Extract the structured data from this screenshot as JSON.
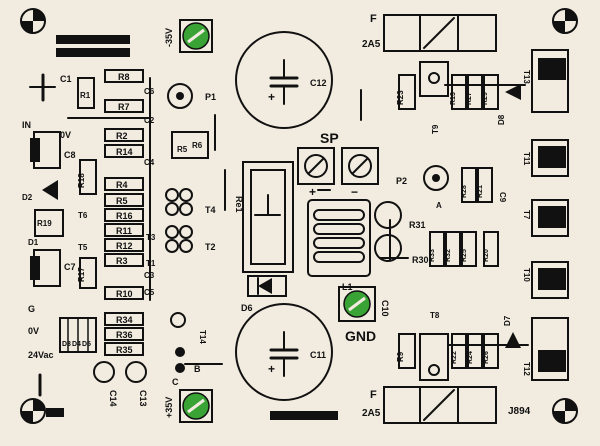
{
  "board": {
    "code": "J894",
    "colors": {
      "paper": "#f2ece0",
      "ink": "#111111",
      "pad_green": "#3aa335"
    }
  },
  "rails": {
    "neg": "-35V",
    "pos": "+35V",
    "gnd": "GND",
    "sp": "SP",
    "sp_plus": "+",
    "sp_minus": "−"
  },
  "inputs": {
    "in": "IN",
    "zero_top": "0V",
    "g": "G",
    "zero_bot": "0V",
    "vac": "24Vac"
  },
  "fuses": {
    "top": "F",
    "top_rating": "2A5",
    "bot": "F",
    "bot_rating": "2A5"
  },
  "caps": {
    "c1": "C1",
    "c2": "C2",
    "c3": "C3",
    "c4": "C4",
    "c5": "C5",
    "c6": "C6",
    "c7": "C7",
    "c8": "C8",
    "c9": "C9",
    "c10": "C10",
    "c11": "C11",
    "c12": "C12",
    "c13": "C13",
    "c14": "C14"
  },
  "resistors": {
    "r1": "R1",
    "r2": "R2",
    "r3": "R3",
    "r4": "R4",
    "r5": "R5",
    "r6": "R6",
    "r7": "R7",
    "r8": "R8",
    "r9": "R9",
    "r10": "R10",
    "r11": "R11",
    "r12": "R12",
    "r13": "R13",
    "r14": "R14",
    "r15": "R15",
    "r16": "R16",
    "r17": "R17",
    "r18": "R18",
    "r19": "R19",
    "r20": "R20",
    "r21": "R21",
    "r22": "R22",
    "r23": "R23",
    "r24": "R24",
    "r25": "R25",
    "r26": "R26",
    "r27": "R27",
    "r28": "R28",
    "r29": "R29",
    "r30": "R30",
    "r31": "R31",
    "r32": "R32",
    "r33": "R33",
    "r34": "R34",
    "r35": "R35",
    "r36": "R36"
  },
  "transistors": {
    "t1": "T1",
    "t2": "T2",
    "t3": "T3",
    "t4": "T4",
    "t5": "T5",
    "t6": "T6",
    "t7": "T7",
    "t8": "T8",
    "t9": "T9",
    "t10": "T10",
    "t11": "T11",
    "t12": "T12",
    "t13": "T13",
    "t14": "T14"
  },
  "diodes": {
    "d1": "D1",
    "d2": "D2",
    "d3": "D3",
    "d4": "D4",
    "d5": "D5",
    "d6": "D6",
    "d7": "D7",
    "d8": "D8"
  },
  "misc": {
    "p1": "P1",
    "p2": "P2",
    "re1": "Re1",
    "l1": "L1",
    "pin_a": "A",
    "pin_b": "B",
    "pin_c": "C"
  }
}
